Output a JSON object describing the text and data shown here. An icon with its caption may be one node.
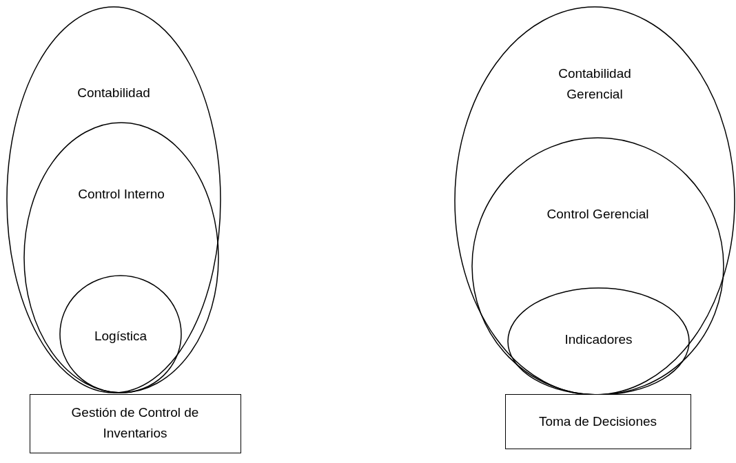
{
  "diagram": {
    "nodes": [
      {
        "text": [
          "Contabilidad"
        ]
      },
      {
        "text": [
          "Control Interno"
        ],
        "in": 0
      },
      {
        "text": [
          "Logística"
        ],
        "in": 1
      },
      {
        "text": [
          "Gestión de Control de Inventarios"
        ]
      },
      {
        "text": [
          "Contabilidad Gerencial"
        ]
      },
      {
        "text": [
          "Control Gerencial"
        ],
        "in": 4
      },
      {
        "text": [
          "Indicadores"
        ],
        "in": 5
      },
      {
        "text": [
          "Toma de Decisiones"
        ]
      }
    ],
    "edges": []
  }
}
